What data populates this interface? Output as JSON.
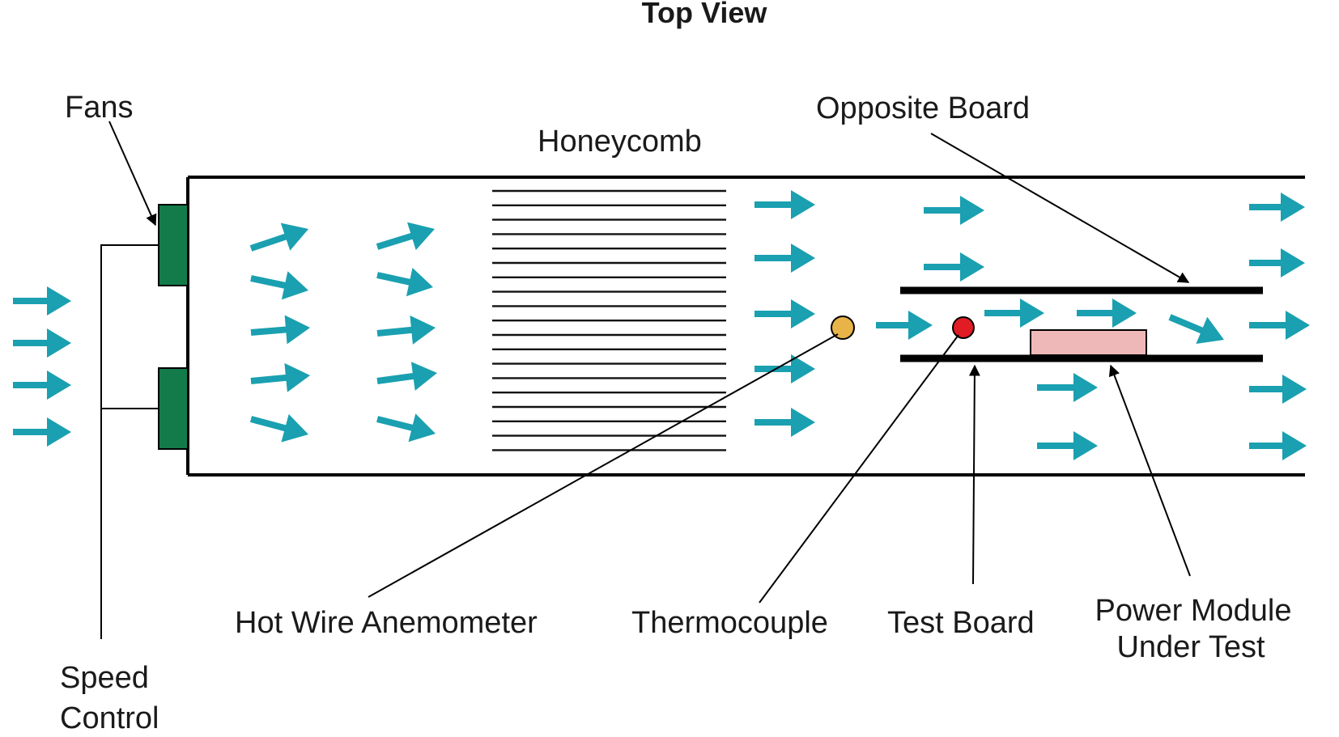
{
  "title": "Top View",
  "labels": {
    "fans": "Fans",
    "honeycomb": "Honeycomb",
    "opposite_board": "Opposite Board",
    "hot_wire_anemometer": "Hot Wire Anemometer",
    "thermocouple": "Thermocouple",
    "test_board": "Test Board",
    "power_module_line1": "Power Module",
    "power_module_line2": "Under Test",
    "speed_control_line1": "Speed",
    "speed_control_line2": "Control"
  },
  "colors": {
    "airflow": "#1aa0b0",
    "fan": "#137a4a",
    "anemometer": "#e8b44a",
    "thermocouple": "#e21c24",
    "power_module": "#efb8b8"
  },
  "icons": {
    "airflow": "airflow-arrow-icon",
    "fan": "fan-icon",
    "anemometer_probe": "hot-wire-probe-icon",
    "thermocouple_probe": "thermocouple-dot-icon"
  }
}
